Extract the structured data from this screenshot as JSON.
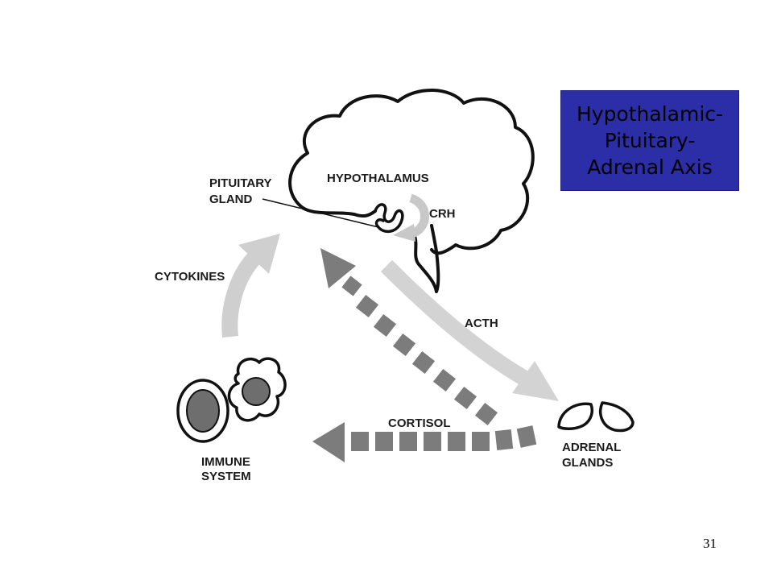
{
  "title": {
    "lines": [
      "Hypothalamic-",
      "Pituitary-",
      "Adrenal Axis"
    ],
    "background": "#2b2ea7"
  },
  "labels": {
    "pituitary_1": "PITUITARY",
    "pituitary_2": "GLAND",
    "hypothalamus": "HYPOTHALAMUS",
    "crh": "CRH",
    "cytokines": "CYTOKINES",
    "acth": "ACTH",
    "cortisol": "CORTISOL",
    "immune_1": "IMMUNE",
    "immune_2": "SYSTEM",
    "adrenal_1": "ADRENAL",
    "adrenal_2": "GLANDS"
  },
  "page_number": "31"
}
